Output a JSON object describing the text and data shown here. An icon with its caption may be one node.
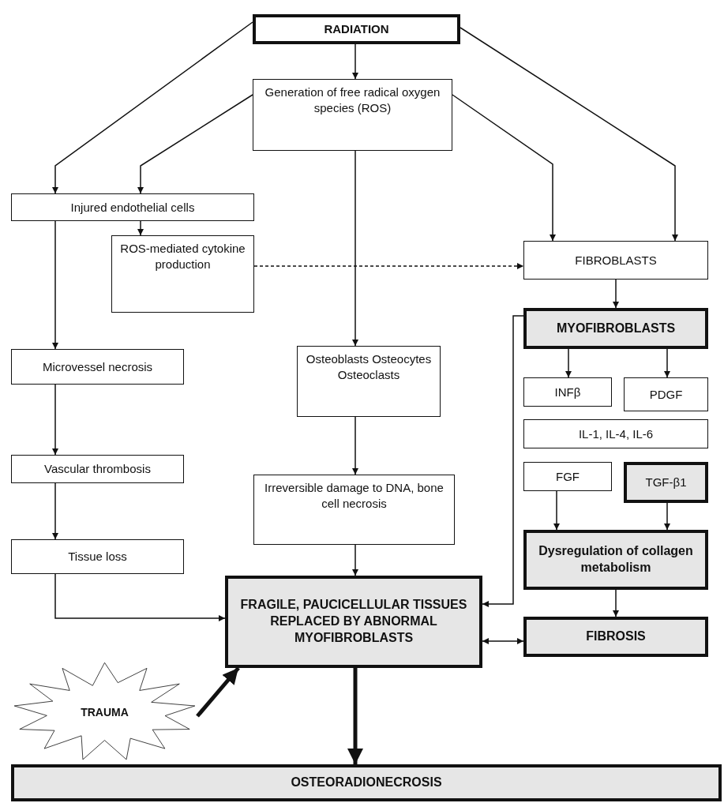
{
  "diagram": {
    "nodes": [
      {
        "text": [
          "RADIATION"
        ]
      },
      {
        "text": [
          "Generation of free radical oxygen species (ROS)"
        ]
      },
      {
        "text": [
          "Injured endothelial cells"
        ]
      },
      {
        "text": [
          "ROS-mediated cytokine production"
        ]
      },
      {
        "text": [
          "FIBROBLASTS"
        ]
      },
      {
        "text": [
          "MYOFIBROBLASTS"
        ]
      },
      {
        "text": [
          "Microvessel necrosis"
        ]
      },
      {
        "text": [
          "Osteoblasts Osteocytes Osteoclasts"
        ]
      },
      {
        "text": [
          "INFβ"
        ]
      },
      {
        "text": [
          "PDGF"
        ]
      },
      {
        "text": [
          "IL-1, IL-4, IL-6"
        ]
      },
      {
        "text": [
          "Vascular thrombosis"
        ]
      },
      {
        "text": [
          "FGF"
        ]
      },
      {
        "text": [
          "TGF-β1"
        ]
      },
      {
        "text": [
          "Irreversible damage to DNA, bone cell necrosis"
        ]
      },
      {
        "text": [
          "Dysregulation of collagen metabolism"
        ]
      },
      {
        "text": [
          "Tissue loss"
        ]
      },
      {
        "text": [
          "FRAGILE, PAUCICELLULAR TISSUES REPLACED BY ABNORMAL MYOFIBROBLASTS"
        ]
      },
      {
        "text": [
          "FIBROSIS"
        ]
      },
      {
        "text": [
          "TRAUMA"
        ]
      },
      {
        "text": [
          "OSTEORADIONECROSIS"
        ]
      }
    ],
    "edges": [
      {
        "from": 0,
        "to": 1,
        "arrow": "to"
      },
      {
        "from": 0,
        "to": 2,
        "arrow": "to"
      },
      {
        "from": 1,
        "to": 2,
        "arrow": "to"
      },
      {
        "from": 0,
        "to": 4,
        "arrow": "to"
      },
      {
        "from": 1,
        "to": 4,
        "arrow": "to"
      },
      {
        "from": 2,
        "to": 3,
        "arrow": "to"
      },
      {
        "from": 3,
        "to": 4,
        "arrow": "to",
        "style": "dashed"
      },
      {
        "from": 1,
        "to": 7,
        "arrow": "to"
      },
      {
        "from": 2,
        "to": 6,
        "arrow": "to"
      },
      {
        "from": 4,
        "to": 5,
        "arrow": "to"
      },
      {
        "from": 5,
        "to": 17,
        "arrow": "to"
      },
      {
        "from": 5,
        "to": 8,
        "arrow": "to"
      },
      {
        "from": 5,
        "to": 9,
        "arrow": "to"
      },
      {
        "from": 6,
        "to": 11,
        "arrow": "to"
      },
      {
        "from": 11,
        "to": 16,
        "arrow": "to"
      },
      {
        "from": 7,
        "to": 14,
        "arrow": "to"
      },
      {
        "from": 12,
        "to": 15,
        "arrow": "to"
      },
      {
        "from": 13,
        "to": 15,
        "arrow": "to"
      },
      {
        "from": 14,
        "to": 17,
        "arrow": "to"
      },
      {
        "from": 16,
        "to": 17,
        "arrow": "to"
      },
      {
        "from": 15,
        "to": 18,
        "arrow": "to"
      },
      {
        "from": 17,
        "to": 18,
        "arrow": "both"
      },
      {
        "from": 19,
        "to": 17,
        "arrow": "to",
        "style": "thick"
      },
      {
        "from": 17,
        "to": 20,
        "arrow": "to",
        "style": "thick"
      }
    ]
  }
}
